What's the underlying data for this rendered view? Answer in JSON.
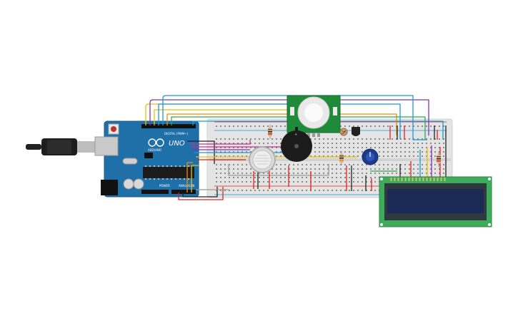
{
  "board": {
    "logo_text": "UNO",
    "brand_text": "ARDUINO",
    "digital_label": "DIGITAL (PWM~)",
    "power_label": "POWER",
    "analog_label": "ANALOG IN",
    "color": "#1f6fa8"
  },
  "components": {
    "pir": "pir-motion-sensor",
    "buzzer": "piezo-buzzer",
    "gas": "gas-sensor",
    "pot": "potentiometer",
    "lcd": "lcd-16x2",
    "ldr": "photoresistor",
    "temp": "temperature-sensor",
    "resistors": "resistor"
  },
  "wire_colors": {
    "red": "#e02020",
    "black": "#222222",
    "blue": "#1a9ad6",
    "purple": "#8a2fb0",
    "yellow": "#e8c100",
    "orange": "#f08c00",
    "green": "#2fa84f",
    "gray": "#9a9a9a",
    "magenta": "#c0308c"
  }
}
